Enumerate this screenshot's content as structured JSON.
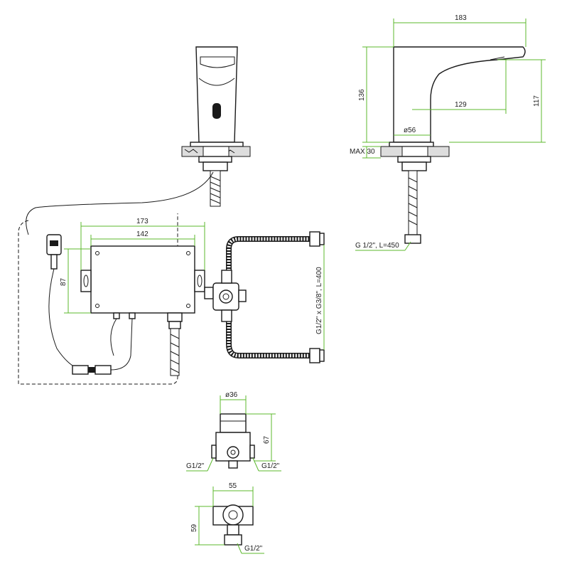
{
  "colors": {
    "dimension": "#5cb82e",
    "outline": "#1a1a1a",
    "background": "#ffffff"
  },
  "dimensions": {
    "faucet_length": "183",
    "faucet_height": "136",
    "spout_height": "117",
    "spout_reach": "129",
    "base_diameter": "ø56",
    "max_counter": "MAX 30",
    "supply_hose": "G 1/2\", L=450",
    "box_width_outer": "173",
    "box_width_inner": "142",
    "box_height": "87",
    "mixer_hoses": "G1/2\" x G3/8\", L=400",
    "valve_diameter": "ø36",
    "valve_height": "67",
    "valve_left_thread": "G1/2\"",
    "valve_right_thread": "G1/2\"",
    "valve_width": "55",
    "valve_bottom_height": "59",
    "valve_bottom_thread": "G1/2\""
  }
}
